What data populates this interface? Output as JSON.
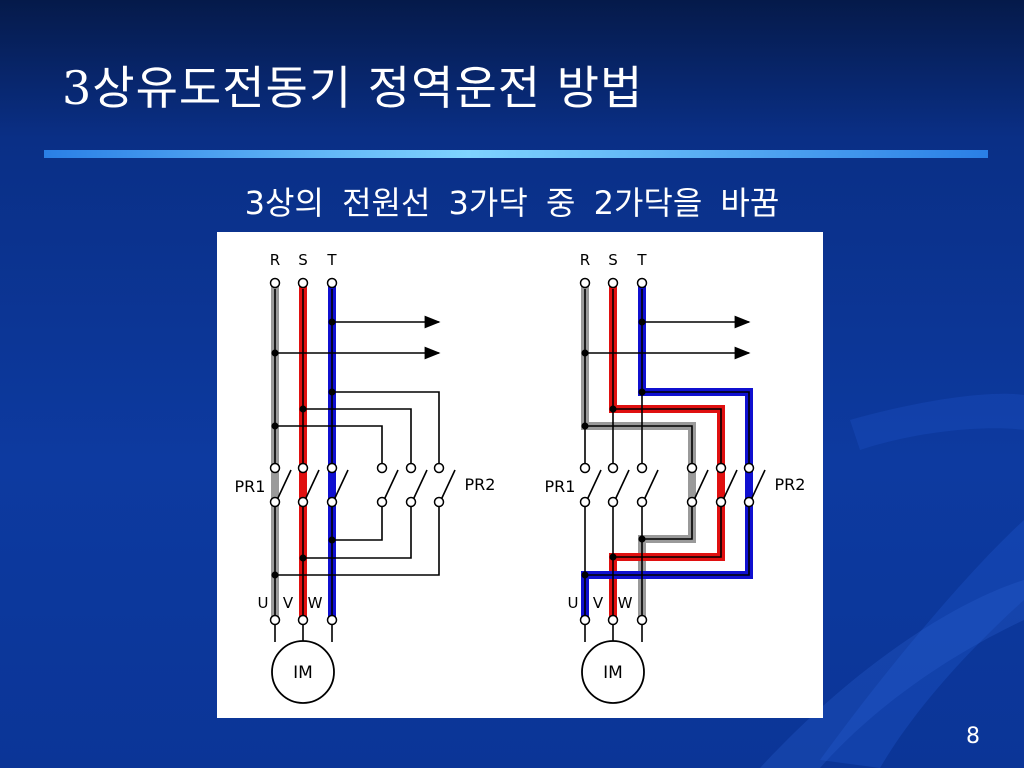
{
  "slide": {
    "title": "3상유도전동기 정역운전 방법",
    "subtitle": "3상의 전원선 3가닥 중 2가닥을 바꿈",
    "page_number": "8"
  },
  "colors": {
    "R_line": "#9a9a9a",
    "S_line": "#e01010",
    "T_line": "#1010d0",
    "title_rule": "#6cc8ff"
  },
  "diagram": {
    "supply_labels": [
      "R",
      "S",
      "T"
    ],
    "motor_labels": [
      "U",
      "V",
      "W"
    ],
    "contactor_forward": "PR1",
    "contactor_reverse": "PR2",
    "motor": "IM"
  }
}
